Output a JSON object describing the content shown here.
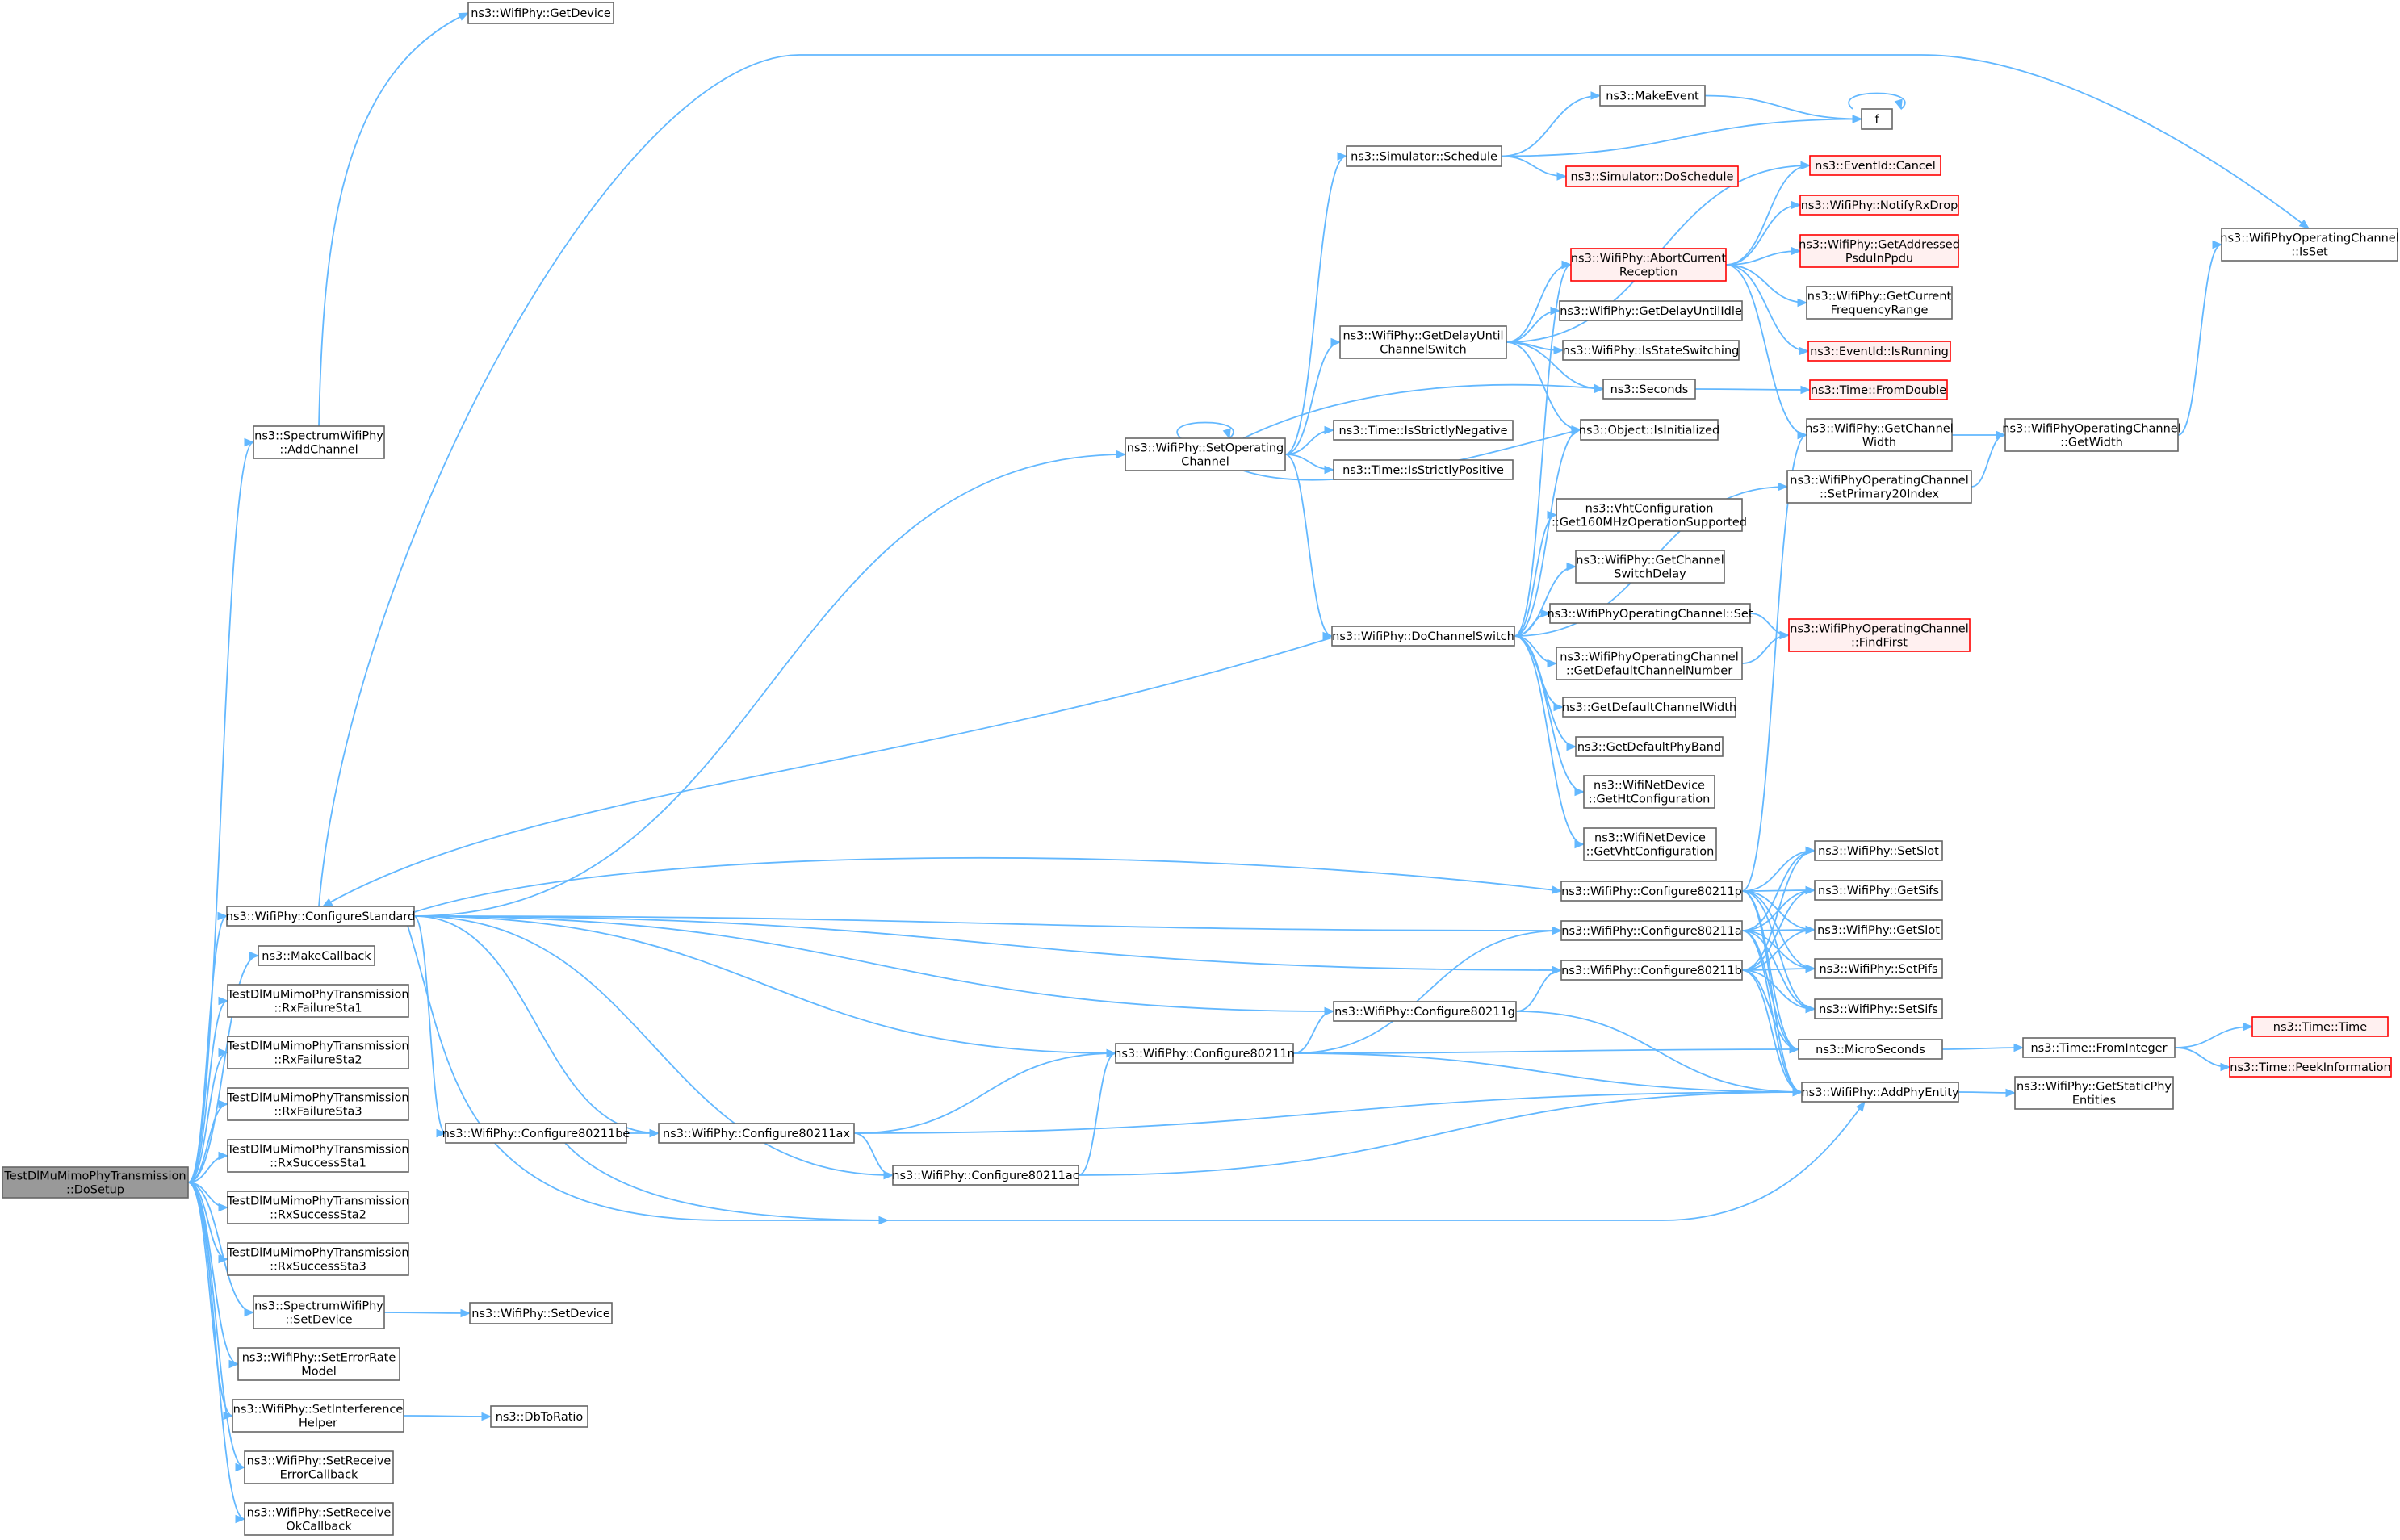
{
  "graph": {
    "colors": {
      "edge": "#63b8ff",
      "node_border": "#666666",
      "node_fill": "#ffffff",
      "truncated_border": "#ff0000",
      "truncated_fill": "#fff0f0",
      "root_fill": "#999999"
    },
    "nodes": [
      {
        "id": "root",
        "lines": [
          "TestDlMuMimoPhyTransmission",
          "::DoSetup"
        ],
        "style": "root"
      },
      {
        "id": "getdevice",
        "lines": [
          "ns3::WifiPhy::GetDevice"
        ]
      },
      {
        "id": "addchannel",
        "lines": [
          "ns3::SpectrumWifiPhy",
          "::AddChannel"
        ]
      },
      {
        "id": "configstd",
        "lines": [
          "ns3::WifiPhy::ConfigureStandard"
        ]
      },
      {
        "id": "makecallback",
        "lines": [
          "ns3::MakeCallback"
        ]
      },
      {
        "id": "rxfail1",
        "lines": [
          "TestDlMuMimoPhyTransmission",
          "::RxFailureSta1"
        ]
      },
      {
        "id": "rxfail2",
        "lines": [
          "TestDlMuMimoPhyTransmission",
          "::RxFailureSta2"
        ]
      },
      {
        "id": "rxfail3",
        "lines": [
          "TestDlMuMimoPhyTransmission",
          "::RxFailureSta3"
        ]
      },
      {
        "id": "rxsucc1",
        "lines": [
          "TestDlMuMimoPhyTransmission",
          "::RxSuccessSta1"
        ]
      },
      {
        "id": "rxsucc2",
        "lines": [
          "TestDlMuMimoPhyTransmission",
          "::RxSuccessSta2"
        ]
      },
      {
        "id": "rxsucc3",
        "lines": [
          "TestDlMuMimoPhyTransmission",
          "::RxSuccessSta3"
        ]
      },
      {
        "id": "setdevice_s",
        "lines": [
          "ns3::SpectrumWifiPhy",
          "::SetDevice"
        ]
      },
      {
        "id": "seterror",
        "lines": [
          "ns3::WifiPhy::SetErrorRate",
          "Model"
        ]
      },
      {
        "id": "setinterf",
        "lines": [
          "ns3::WifiPhy::SetInterference",
          "Helper"
        ]
      },
      {
        "id": "setrecverr",
        "lines": [
          "ns3::WifiPhy::SetReceive",
          "ErrorCallback"
        ]
      },
      {
        "id": "setrecvok",
        "lines": [
          "ns3::WifiPhy::SetReceive",
          "OkCallback"
        ]
      },
      {
        "id": "setdevice",
        "lines": [
          "ns3::WifiPhy::SetDevice"
        ]
      },
      {
        "id": "dbtoratio",
        "lines": [
          "ns3::DbToRatio"
        ]
      },
      {
        "id": "setopchan",
        "lines": [
          "ns3::WifiPhy::SetOperating",
          "Channel"
        ]
      },
      {
        "id": "sched",
        "lines": [
          "ns3::Simulator::Schedule"
        ]
      },
      {
        "id": "makeevent",
        "lines": [
          "ns3::MakeEvent"
        ]
      },
      {
        "id": "f",
        "lines": [
          "f"
        ]
      },
      {
        "id": "dosched",
        "lines": [
          "ns3::Simulator::DoSchedule"
        ],
        "style": "red"
      },
      {
        "id": "getdelay",
        "lines": [
          "ns3::WifiPhy::GetDelayUntil",
          "ChannelSwitch"
        ]
      },
      {
        "id": "abortcur",
        "lines": [
          "ns3::WifiPhy::AbortCurrent",
          "Reception"
        ],
        "style": "red"
      },
      {
        "id": "cancel",
        "lines": [
          "ns3::EventId::Cancel"
        ],
        "style": "red"
      },
      {
        "id": "notifyrxdrop",
        "lines": [
          "ns3::WifiPhy::NotifyRxDrop"
        ],
        "style": "red"
      },
      {
        "id": "getaddressed",
        "lines": [
          "ns3::WifiPhy::GetAddressed",
          "PsduInPpdu"
        ],
        "style": "red"
      },
      {
        "id": "getcurfreq",
        "lines": [
          "ns3::WifiPhy::GetCurrent",
          "FrequencyRange"
        ]
      },
      {
        "id": "isrunning",
        "lines": [
          "ns3::EventId::IsRunning"
        ],
        "style": "red"
      },
      {
        "id": "getdelayidle",
        "lines": [
          "ns3::WifiPhy::GetDelayUntilIdle"
        ]
      },
      {
        "id": "isstatesw",
        "lines": [
          "ns3::WifiPhy::IsStateSwitching"
        ]
      },
      {
        "id": "seconds",
        "lines": [
          "ns3::Seconds"
        ]
      },
      {
        "id": "fromdouble",
        "lines": [
          "ns3::Time::FromDouble"
        ],
        "style": "red"
      },
      {
        "id": "isneg",
        "lines": [
          "ns3::Time::IsStrictlyNegative"
        ]
      },
      {
        "id": "ispos",
        "lines": [
          "ns3::Time::IsStrictlyPositive"
        ]
      },
      {
        "id": "isinit",
        "lines": [
          "ns3::Object::IsInitialized"
        ]
      },
      {
        "id": "getchanwidth",
        "lines": [
          "ns3::WifiPhy::GetChannel",
          "Width"
        ]
      },
      {
        "id": "setprimary",
        "lines": [
          "ns3::WifiPhyOperatingChannel",
          "::SetPrimary20Index"
        ]
      },
      {
        "id": "opgetwidth",
        "lines": [
          "ns3::WifiPhyOperatingChannel",
          "::GetWidth"
        ]
      },
      {
        "id": "opisset",
        "lines": [
          "ns3::WifiPhyOperatingChannel",
          "::IsSet"
        ]
      },
      {
        "id": "vht160",
        "lines": [
          "ns3::VhtConfiguration",
          "::Get160MHzOperationSupported"
        ]
      },
      {
        "id": "getswdelay",
        "lines": [
          "ns3::WifiPhy::GetChannel",
          "SwitchDelay"
        ]
      },
      {
        "id": "doswitch",
        "lines": [
          "ns3::WifiPhy::DoChannelSwitch"
        ]
      },
      {
        "id": "opset",
        "lines": [
          "ns3::WifiPhyOperatingChannel::Set"
        ]
      },
      {
        "id": "findfirst",
        "lines": [
          "ns3::WifiPhyOperatingChannel",
          "::FindFirst"
        ],
        "style": "red"
      },
      {
        "id": "getdefchnum",
        "lines": [
          "ns3::WifiPhyOperatingChannel",
          "::GetDefaultChannelNumber"
        ]
      },
      {
        "id": "getdefwidth",
        "lines": [
          "ns3::GetDefaultChannelWidth"
        ]
      },
      {
        "id": "getdefband",
        "lines": [
          "ns3::GetDefaultPhyBand"
        ]
      },
      {
        "id": "htconf",
        "lines": [
          "ns3::WifiNetDevice",
          "::GetHtConfiguration"
        ]
      },
      {
        "id": "vhtconf",
        "lines": [
          "ns3::WifiNetDevice",
          "::GetVhtConfiguration"
        ]
      },
      {
        "id": "c11p",
        "lines": [
          "ns3::WifiPhy::Configure80211p"
        ]
      },
      {
        "id": "c11a",
        "lines": [
          "ns3::WifiPhy::Configure80211a"
        ]
      },
      {
        "id": "c11b",
        "lines": [
          "ns3::WifiPhy::Configure80211b"
        ]
      },
      {
        "id": "c11g",
        "lines": [
          "ns3::WifiPhy::Configure80211g"
        ]
      },
      {
        "id": "c11n",
        "lines": [
          "ns3::WifiPhy::Configure80211n"
        ]
      },
      {
        "id": "c11be",
        "lines": [
          "ns3::WifiPhy::Configure80211be"
        ]
      },
      {
        "id": "c11ax",
        "lines": [
          "ns3::WifiPhy::Configure80211ax"
        ]
      },
      {
        "id": "c11ac",
        "lines": [
          "ns3::WifiPhy::Configure80211ac"
        ]
      },
      {
        "id": "setslot",
        "lines": [
          "ns3::WifiPhy::SetSlot"
        ]
      },
      {
        "id": "getsifs",
        "lines": [
          "ns3::WifiPhy::GetSifs"
        ]
      },
      {
        "id": "getslot",
        "lines": [
          "ns3::WifiPhy::GetSlot"
        ]
      },
      {
        "id": "setpifs",
        "lines": [
          "ns3::WifiPhy::SetPifs"
        ]
      },
      {
        "id": "setsifs",
        "lines": [
          "ns3::WifiPhy::SetSifs"
        ]
      },
      {
        "id": "micro",
        "lines": [
          "ns3::MicroSeconds"
        ]
      },
      {
        "id": "fromint",
        "lines": [
          "ns3::Time::FromInteger"
        ]
      },
      {
        "id": "timetime",
        "lines": [
          "ns3::Time::Time"
        ],
        "style": "red"
      },
      {
        "id": "peekinfo",
        "lines": [
          "ns3::Time::PeekInformation"
        ],
        "style": "red"
      },
      {
        "id": "addphy",
        "lines": [
          "ns3::WifiPhy::AddPhyEntity"
        ]
      },
      {
        "id": "getstatic",
        "lines": [
          "ns3::WifiPhy::GetStaticPhy",
          "Entities"
        ]
      }
    ],
    "edges": [
      [
        "root",
        "addchannel"
      ],
      [
        "root",
        "configstd"
      ],
      [
        "root",
        "makecallback"
      ],
      [
        "root",
        "rxfail1"
      ],
      [
        "root",
        "rxfail2"
      ],
      [
        "root",
        "rxfail3"
      ],
      [
        "root",
        "rxsucc1"
      ],
      [
        "root",
        "rxsucc2"
      ],
      [
        "root",
        "rxsucc3"
      ],
      [
        "root",
        "setdevice_s"
      ],
      [
        "root",
        "seterror"
      ],
      [
        "root",
        "setinterf"
      ],
      [
        "root",
        "setrecverr"
      ],
      [
        "root",
        "setrecvok"
      ],
      [
        "addchannel",
        "getdevice"
      ],
      [
        "setdevice_s",
        "setdevice"
      ],
      [
        "setinterf",
        "dbtoratio"
      ],
      [
        "configstd",
        "opisset"
      ],
      [
        "configstd",
        "setopchan"
      ],
      [
        "configstd",
        "c11p"
      ],
      [
        "configstd",
        "c11a"
      ],
      [
        "configstd",
        "c11b"
      ],
      [
        "configstd",
        "c11g"
      ],
      [
        "configstd",
        "c11n"
      ],
      [
        "configstd",
        "c11be"
      ],
      [
        "configstd",
        "c11ax"
      ],
      [
        "configstd",
        "c11ac"
      ],
      [
        "configstd",
        "addphy"
      ],
      [
        "setopchan",
        "sched"
      ],
      [
        "setopchan",
        "getdelay"
      ],
      [
        "setopchan",
        "isneg"
      ],
      [
        "setopchan",
        "ispos"
      ],
      [
        "setopchan",
        "seconds"
      ],
      [
        "setopchan",
        "isinit"
      ],
      [
        "setopchan",
        "doswitch"
      ],
      [
        "setopchan",
        "setopchan"
      ],
      [
        "sched",
        "makeevent"
      ],
      [
        "sched",
        "f"
      ],
      [
        "sched",
        "dosched"
      ],
      [
        "makeevent",
        "f"
      ],
      [
        "f",
        "f"
      ],
      [
        "getdelay",
        "cancel"
      ],
      [
        "getdelay",
        "abortcur"
      ],
      [
        "getdelay",
        "getdelayidle"
      ],
      [
        "getdelay",
        "isstatesw"
      ],
      [
        "getdelay",
        "seconds"
      ],
      [
        "getdelay",
        "isinit"
      ],
      [
        "abortcur",
        "cancel"
      ],
      [
        "abortcur",
        "notifyrxdrop"
      ],
      [
        "abortcur",
        "getaddressed"
      ],
      [
        "abortcur",
        "getcurfreq"
      ],
      [
        "abortcur",
        "isrunning"
      ],
      [
        "abortcur",
        "getchanwidth"
      ],
      [
        "seconds",
        "fromdouble"
      ],
      [
        "getchanwidth",
        "opgetwidth"
      ],
      [
        "setprimary",
        "opgetwidth"
      ],
      [
        "opgetwidth",
        "opisset"
      ],
      [
        "doswitch",
        "configstd"
      ],
      [
        "doswitch",
        "isinit"
      ],
      [
        "doswitch",
        "setprimary"
      ],
      [
        "doswitch",
        "vht160"
      ],
      [
        "doswitch",
        "getswdelay"
      ],
      [
        "doswitch",
        "opset"
      ],
      [
        "doswitch",
        "getdefchnum"
      ],
      [
        "doswitch",
        "getdefwidth"
      ],
      [
        "doswitch",
        "getdefband"
      ],
      [
        "doswitch",
        "htconf"
      ],
      [
        "doswitch",
        "vhtconf"
      ],
      [
        "doswitch",
        "abortcur"
      ],
      [
        "opset",
        "findfirst"
      ],
      [
        "getdefchnum",
        "findfirst"
      ],
      [
        "c11p",
        "getchanwidth"
      ],
      [
        "c11p",
        "setslot"
      ],
      [
        "c11p",
        "getsifs"
      ],
      [
        "c11p",
        "getslot"
      ],
      [
        "c11p",
        "setpifs"
      ],
      [
        "c11p",
        "setsifs"
      ],
      [
        "c11p",
        "micro"
      ],
      [
        "c11p",
        "addphy"
      ],
      [
        "c11a",
        "setslot"
      ],
      [
        "c11a",
        "getsifs"
      ],
      [
        "c11a",
        "getslot"
      ],
      [
        "c11a",
        "setpifs"
      ],
      [
        "c11a",
        "setsifs"
      ],
      [
        "c11a",
        "micro"
      ],
      [
        "c11a",
        "addphy"
      ],
      [
        "c11b",
        "setslot"
      ],
      [
        "c11b",
        "getsifs"
      ],
      [
        "c11b",
        "getslot"
      ],
      [
        "c11b",
        "setpifs"
      ],
      [
        "c11b",
        "setsifs"
      ],
      [
        "c11b",
        "micro"
      ],
      [
        "c11b",
        "addphy"
      ],
      [
        "c11g",
        "c11b"
      ],
      [
        "c11g",
        "addphy"
      ],
      [
        "c11n",
        "c11a"
      ],
      [
        "c11n",
        "c11g"
      ],
      [
        "c11n",
        "micro"
      ],
      [
        "c11n",
        "addphy"
      ],
      [
        "c11be",
        "c11ax"
      ],
      [
        "c11be",
        "addphy"
      ],
      [
        "c11ax",
        "c11n"
      ],
      [
        "c11ax",
        "c11ac"
      ],
      [
        "c11ax",
        "addphy"
      ],
      [
        "c11ac",
        "c11n"
      ],
      [
        "c11ac",
        "addphy"
      ],
      [
        "micro",
        "fromint"
      ],
      [
        "fromint",
        "timetime"
      ],
      [
        "fromint",
        "peekinfo"
      ],
      [
        "addphy",
        "getstatic"
      ]
    ]
  }
}
